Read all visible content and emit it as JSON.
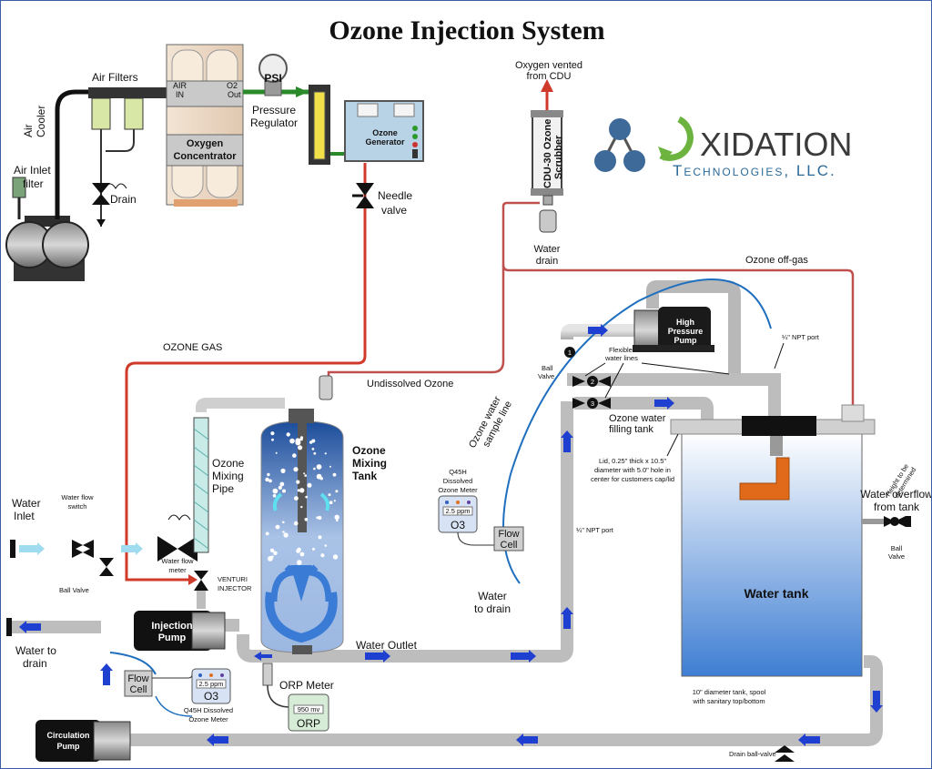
{
  "title": "Ozone Injection System",
  "brand": {
    "name": "XIDATION",
    "subtitle": "Technologies, LLC.",
    "colors": {
      "blue": "#2a4f7c",
      "green": "#6cb33f",
      "gray": "#3a3a3a"
    }
  },
  "air": {
    "cooler": [
      "Air",
      "Cooler"
    ],
    "inlet_filter": [
      "Air Inlet",
      "filter"
    ],
    "filters": "Air Filters",
    "drain": "Drain"
  },
  "concentrator": {
    "label": [
      "Oxygen",
      "Concentrator"
    ],
    "air_in": [
      "AIR",
      "IN"
    ],
    "o2_out": [
      "O2",
      "Out"
    ]
  },
  "regulator": {
    "gauge": "PSI",
    "label": [
      "Pressure",
      "Regulator"
    ]
  },
  "generator": {
    "label": [
      "Ozone",
      "Generator"
    ]
  },
  "needle_valve": [
    "Needle",
    "valve"
  ],
  "ozone_gas": "OZONE GAS",
  "cdu": {
    "vent": [
      "Oxygen vented",
      "from CDU"
    ],
    "label": [
      "CDU-30 Ozone",
      "Scrubber"
    ],
    "drain": [
      "Water",
      "drain"
    ]
  },
  "offgas": "Ozone off-gas",
  "undissolved": "Undissolved Ozone",
  "sample_line": [
    "Ozone water",
    "sample line"
  ],
  "hp_pump": [
    "High",
    "Pressure",
    "Pump"
  ],
  "npt_top": "¼\" NPT port",
  "npt_mid": "¼\" NPT port",
  "ball_valve_mid": [
    "Ball",
    "Valve"
  ],
  "flex_lines": [
    "Flexible",
    "water lines"
  ],
  "fill_tank": [
    "Ozone water",
    "filling tank"
  ],
  "lid_note": [
    "Lid, 0.25\" thick x 10.5\"",
    "diameter with 5.0\" hole in",
    "center for customers cap/lid"
  ],
  "height_note": [
    "Height to be",
    "determined"
  ],
  "overflow": [
    "Water overflow",
    "from tank"
  ],
  "ball_valve_right": [
    "Ball",
    "Valve"
  ],
  "water_tank": "Water tank",
  "tank_note": [
    "10\" diameter tank, spool",
    "with sanitary top/bottom"
  ],
  "drain_valve": "Drain ball-valve",
  "mixing_tank": [
    "Ozone",
    "Mixing",
    "Tank"
  ],
  "mixing_pipe": [
    "Ozone",
    "Mixing",
    "Pipe"
  ],
  "venturi": [
    "VENTURI",
    "INJECTOR"
  ],
  "water_inlet": [
    "Water",
    "Inlet"
  ],
  "flow_switch": [
    "Water flow",
    "switch"
  ],
  "ball_valve_left": "Ball Valve",
  "flow_meter": [
    "Water flow",
    "meter"
  ],
  "water_drain_left": [
    "Water to",
    "drain"
  ],
  "injection_pump": [
    "Injection",
    "Pump"
  ],
  "circulation_pump": [
    "Circulation",
    "Pump"
  ],
  "water_outlet": "Water Outlet",
  "orp": {
    "label": "ORP Meter",
    "reading": "950 mv",
    "name": "ORP"
  },
  "meter_top": {
    "label": [
      "Q45H",
      "Dissolved",
      "Ozone Meter"
    ],
    "reading": "2.5 ppm",
    "name": "O3"
  },
  "meter_bottom": {
    "label": [
      "Q45H Dissolved",
      "Ozone Meter"
    ],
    "reading": "2.5 ppm",
    "name": "O3"
  },
  "flow_cell_top": [
    "Flow",
    "Cell"
  ],
  "flow_cell_bottom": [
    "Flow",
    "Cell"
  ],
  "water_to_drain_mid": [
    "Water",
    "to drain"
  ],
  "valve_numbers": [
    "1",
    "2",
    "3"
  ]
}
